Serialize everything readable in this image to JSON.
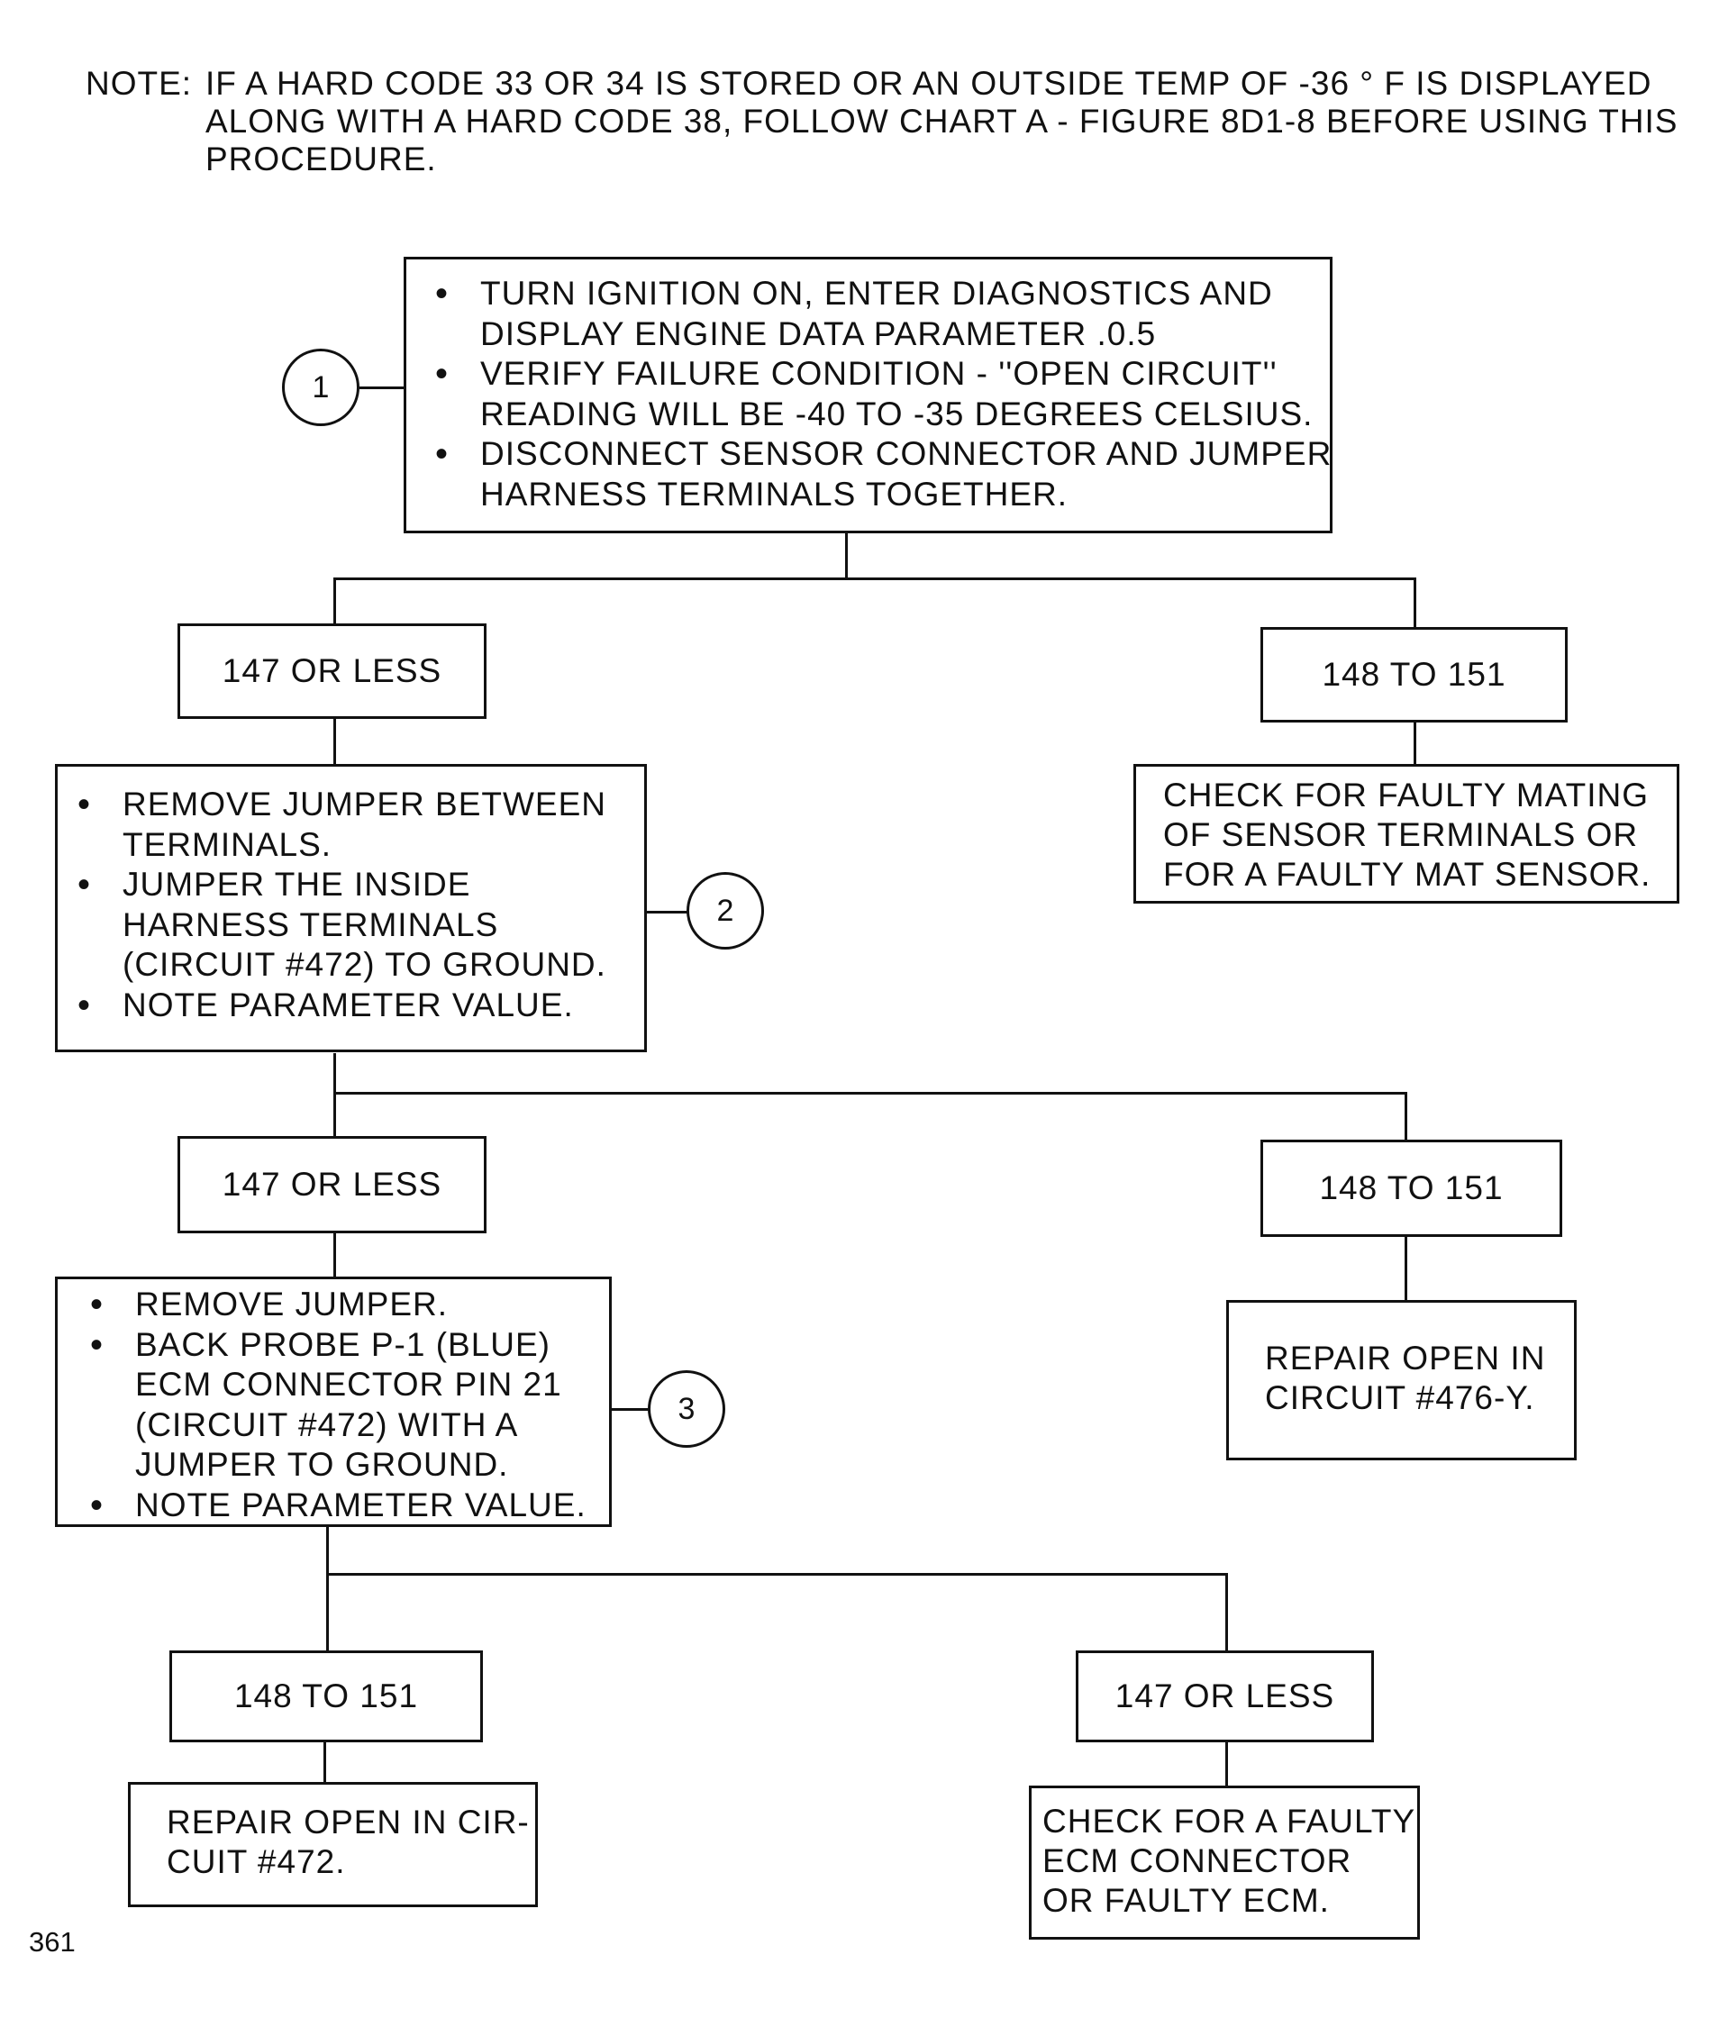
{
  "note": {
    "label": "NOTE:",
    "lines": [
      "IF A HARD CODE 33 OR 34 IS STORED OR AN OUTSIDE TEMP OF -36 ° F IS DISPLAYED",
      "ALONG WITH A HARD CODE 38, FOLLOW CHART A - FIGURE 8D1-8 BEFORE USING THIS",
      "PROCEDURE."
    ]
  },
  "steps": [
    {
      "number": "1",
      "bullets": [
        "TURN IGNITION ON, ENTER DIAGNOSTICS AND DISPLAY ENGINE DATA PARAMETER .0.5",
        "VERIFY FAILURE CONDITION - ''OPEN CIRCUIT'' READING WILL BE -40 TO -35 DEGREES CELSIUS.",
        "DISCONNECT SENSOR CONNECTOR AND JUMPER HARNESS TERMINALS TOGETHER."
      ]
    },
    {
      "number": "2",
      "bullets": [
        "REMOVE JUMPER BETWEEN TERMINALS.",
        "JUMPER THE INSIDE HARNESS TERMINALS (CIRCUIT #472) TO GROUND.",
        "NOTE PARAMETER VALUE."
      ]
    },
    {
      "number": "3",
      "bullets": [
        "REMOVE JUMPER.",
        "BACK PROBE P-1 (BLUE) ECM CONNECTOR PIN 21 (CIRCUIT #472) WITH A JUMPER TO GROUND.",
        "NOTE PARAMETER VALUE."
      ]
    }
  ],
  "results": {
    "r1_left": "147 OR LESS",
    "r1_right": "148 TO 151",
    "r2_left": "147 OR LESS",
    "r2_right": "148 TO 151",
    "r3_left": "148 TO 151",
    "r3_right": "147 OR LESS"
  },
  "actions": {
    "mat_sensor": [
      "CHECK FOR FAULTY MATING",
      "OF SENSOR TERMINALS OR",
      "FOR A FAULTY MAT SENSOR."
    ],
    "open_476": [
      "REPAIR OPEN IN",
      "CIRCUIT #476-Y."
    ],
    "open_472": [
      "REPAIR OPEN IN CIR-",
      "CUIT #472."
    ],
    "faulty_ecm": [
      "CHECK FOR A FAULTY",
      "ECM CONNECTOR",
      "OR FAULTY ECM."
    ]
  },
  "page_number": "361"
}
